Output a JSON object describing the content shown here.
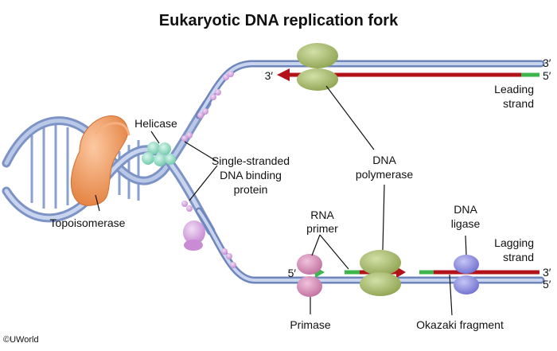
{
  "title": "Eukaryotic DNA replication fork",
  "labels": {
    "helicase": "Helicase",
    "topoisomerase": "Topoisomerase",
    "ssb_line1": "Single-stranded",
    "ssb_line2": "DNA binding",
    "ssb_line3": "protein",
    "dna_polymerase_line1": "DNA",
    "dna_polymerase_line2": "polymerase",
    "rna_primer_line1": "RNA",
    "rna_primer_line2": "primer",
    "primase": "Primase",
    "dna_ligase_line1": "DNA",
    "dna_ligase_line2": "ligase",
    "okazaki": "Okazaki fragment",
    "leading_line1": "Leading",
    "leading_line2": "strand",
    "lagging_line1": "Lagging",
    "lagging_line2": "strand"
  },
  "ends": {
    "top_right_upper": "3′",
    "top_right_lower": "5′",
    "top_arrow_tip": "3′",
    "bottom_left_primer": "5′",
    "bottom_right_upper": "3′",
    "bottom_right_lower": "5′"
  },
  "copyright": "©UWorld",
  "colors": {
    "strand": "#9fb4dc",
    "strand_dark": "#6f86bd",
    "new_strand": "#b3121a",
    "rna_primer": "#3cb54a",
    "topoisomerase": "#f0975c",
    "helicase": "#8fdcc3",
    "ssb": "#d9a8e0",
    "polymerase": "#a9c06f",
    "primase": "#d68cb8",
    "ligase": "#8e8ee0"
  }
}
